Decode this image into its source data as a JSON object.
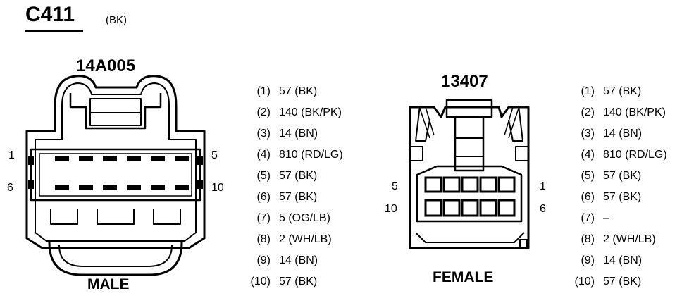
{
  "connector": {
    "id": "C411",
    "color_code": "(BK)"
  },
  "male": {
    "part_number": "14A005",
    "gender_label": "MALE",
    "pin_labels": {
      "top_left": "1",
      "top_right": "5",
      "bottom_left": "6",
      "bottom_right": "10"
    },
    "pins": [
      {
        "num": "(1)",
        "circuit": "57 (BK)"
      },
      {
        "num": "(2)",
        "circuit": "140 (BK/PK)"
      },
      {
        "num": "(3)",
        "circuit": "14 (BN)"
      },
      {
        "num": "(4)",
        "circuit": "810 (RD/LG)"
      },
      {
        "num": "(5)",
        "circuit": "57 (BK)"
      },
      {
        "num": "(6)",
        "circuit": "57 (BK)"
      },
      {
        "num": "(7)",
        "circuit": "5 (OG/LB)"
      },
      {
        "num": "(8)",
        "circuit": "2 (WH/LB)"
      },
      {
        "num": "(9)",
        "circuit": "14 (BN)"
      },
      {
        "num": "(10)",
        "circuit": "57 (BK)"
      }
    ]
  },
  "female": {
    "part_number": "13407",
    "gender_label": "FEMALE",
    "pin_labels": {
      "top_left": "5",
      "top_right": "1",
      "bottom_left": "10",
      "bottom_right": "6"
    },
    "pins": [
      {
        "num": "(1)",
        "circuit": "57 (BK)"
      },
      {
        "num": "(2)",
        "circuit": "140 (BK/PK)"
      },
      {
        "num": "(3)",
        "circuit": "14 (BN)"
      },
      {
        "num": "(4)",
        "circuit": "810 (RD/LG)"
      },
      {
        "num": "(5)",
        "circuit": "57 (BK)"
      },
      {
        "num": "(6)",
        "circuit": "57 (BK)"
      },
      {
        "num": "(7)",
        "circuit": "–"
      },
      {
        "num": "(8)",
        "circuit": "2 (WH/LB)"
      },
      {
        "num": "(9)",
        "circuit": "14 (BN)"
      },
      {
        "num": "(10)",
        "circuit": "57 (BK)"
      }
    ]
  }
}
